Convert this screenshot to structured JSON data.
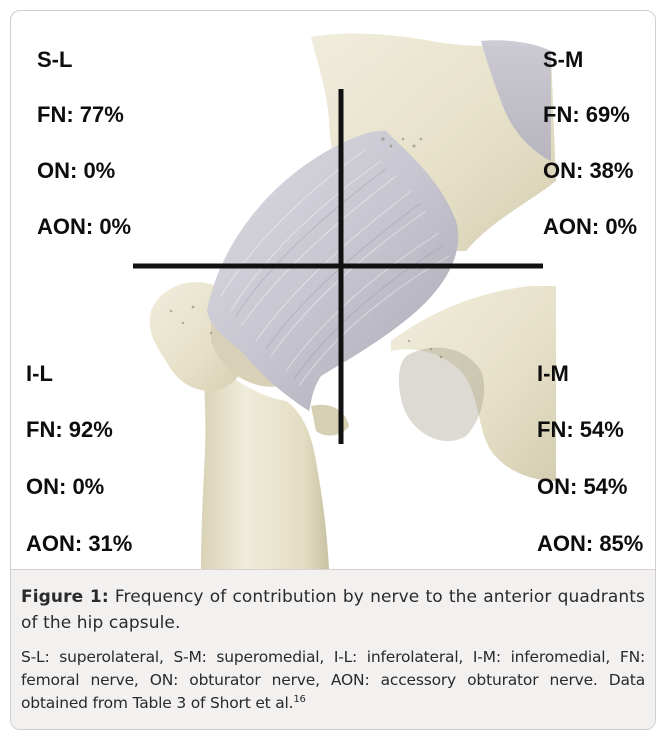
{
  "quadrants": {
    "superolateral": {
      "label": "S-L",
      "fn": "FN: 77%",
      "on": "ON: 0%",
      "aon": "AON: 0%"
    },
    "superomedial": {
      "label": "S-M",
      "fn": "FN: 69%",
      "on": "ON: 38%",
      "aon": "AON: 0%"
    },
    "inferolateral": {
      "label": "I-L",
      "fn": "FN: 92%",
      "on": "ON: 0%",
      "aon": "AON: 31%"
    },
    "inferomedial": {
      "label": "I-M",
      "fn": "FN: 54%",
      "on": "ON: 54%",
      "aon": "AON: 85%"
    }
  },
  "caption": {
    "figure_label": "Figure 1:",
    "figure_text": "Frequency of contribution by nerve to the anterior quadrants of the hip capsule.",
    "notes_text": "S-L: superolateral, S-M: superomedial, I-L: inferolateral, I-M: inferomedial, FN: femoral nerve, ON: obturator nerve, AON: accessory obturator nerve. Data obtained from Table 3 of Short et al.",
    "reference_number": "16"
  },
  "colors": {
    "bone": "#e9e4cf",
    "capsule": "#c9c7d0",
    "divider_lines": "#111111",
    "caption_background": "#f3f0f0"
  }
}
